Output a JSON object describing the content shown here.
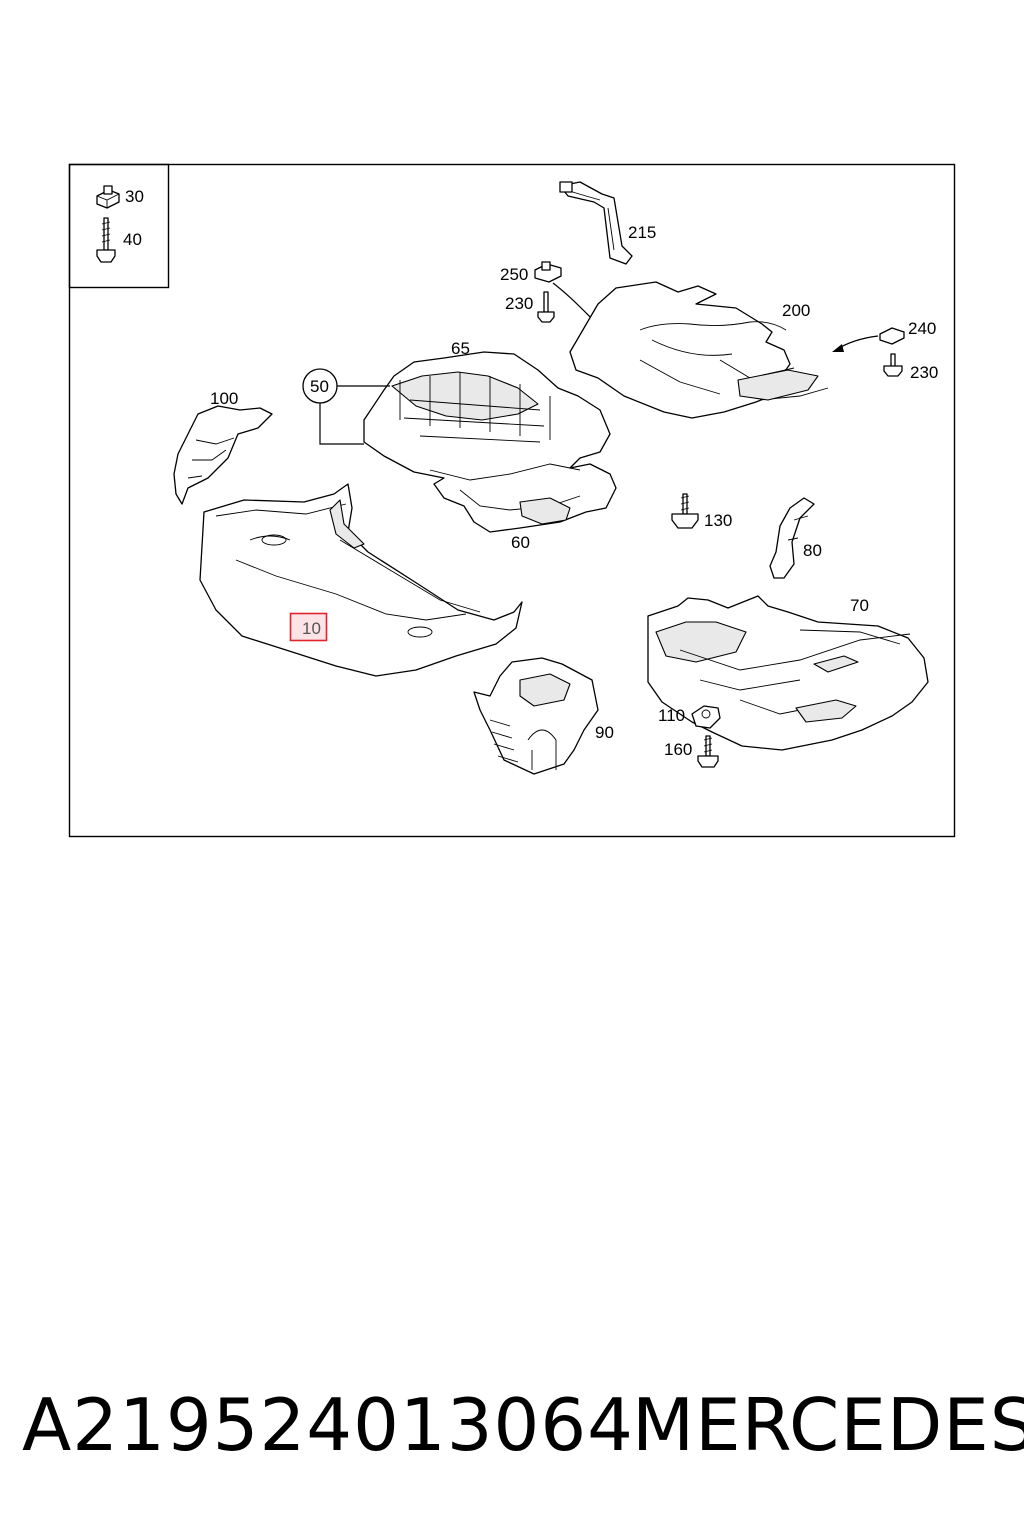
{
  "footer": {
    "part_number": "A219524013064",
    "brand": "MERCEDES"
  },
  "legend": {
    "items": [
      {
        "label": "30",
        "icon": "clip-nut-icon"
      },
      {
        "label": "40",
        "icon": "screw-icon"
      }
    ]
  },
  "callouts": {
    "c10": "10",
    "c50": "50",
    "c60": "60",
    "c65": "65",
    "c70": "70",
    "c80": "80",
    "c90": "90",
    "c100": "100",
    "c110": "110",
    "c130": "130",
    "c160": "160",
    "c200": "200",
    "c215": "215",
    "c230a": "230",
    "c230b": "230",
    "c240": "240",
    "c250": "250"
  },
  "highlight": {
    "part": "10",
    "border_color": "#e0242b",
    "fill_color": "#fbe3e6"
  }
}
